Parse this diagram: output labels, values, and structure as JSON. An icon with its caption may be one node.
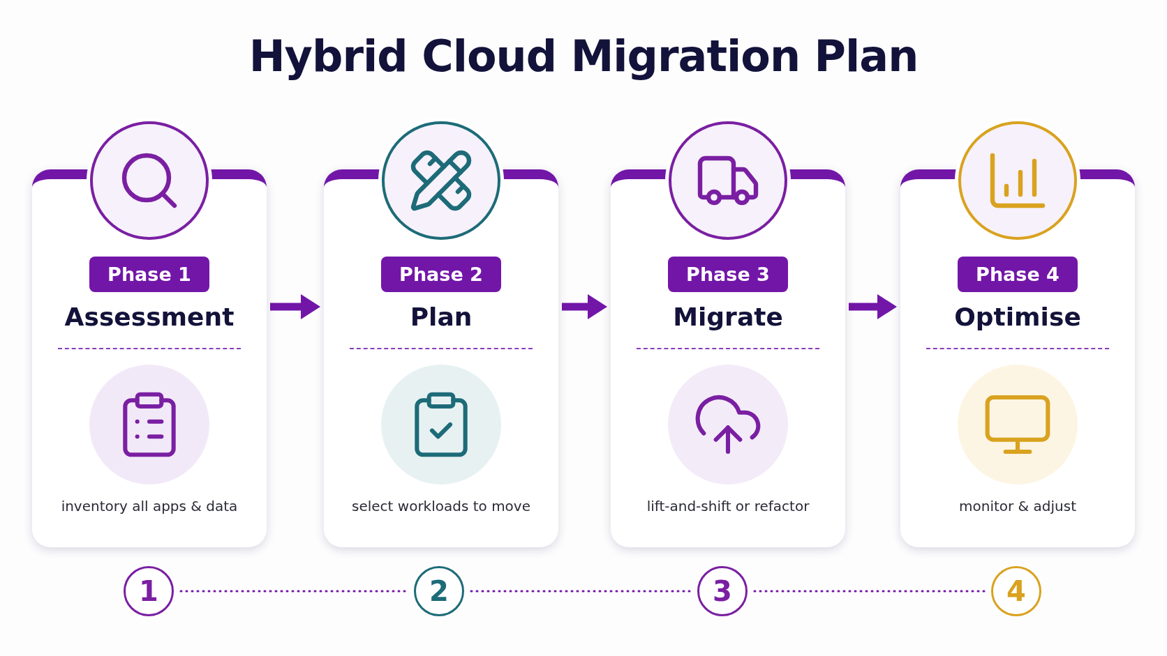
{
  "diagram": {
    "title": "Hybrid Cloud Migration Plan",
    "nodes": [
      {
        "text": [
          "Phase 1",
          "Assessment",
          "inventory all apps & data"
        ]
      },
      {
        "text": [
          "Phase 2",
          "Plan",
          "select workloads to move"
        ]
      },
      {
        "text": [
          "Phase 3",
          "Migrate",
          "lift-and-shift or refactor"
        ]
      },
      {
        "text": [
          "Phase 4",
          "Optimise",
          "monitor & adjust"
        ]
      },
      {
        "text": [
          "1"
        ]
      },
      {
        "text": [
          "2"
        ]
      },
      {
        "text": [
          "3"
        ]
      },
      {
        "text": [
          "4"
        ]
      }
    ],
    "edges": [
      {
        "from": 0,
        "to": 1,
        "arrow": "to",
        "style": "thick"
      },
      {
        "from": 1,
        "to": 2,
        "arrow": "to",
        "style": "thick"
      },
      {
        "from": 2,
        "to": 3,
        "arrow": "to",
        "style": "thick"
      },
      {
        "from": 4,
        "to": 5,
        "arrow": "none",
        "style": "dashed"
      },
      {
        "from": 5,
        "to": 6,
        "arrow": "none",
        "style": "dashed"
      },
      {
        "from": 6,
        "to": 7,
        "arrow": "none",
        "style": "dashed"
      }
    ]
  }
}
